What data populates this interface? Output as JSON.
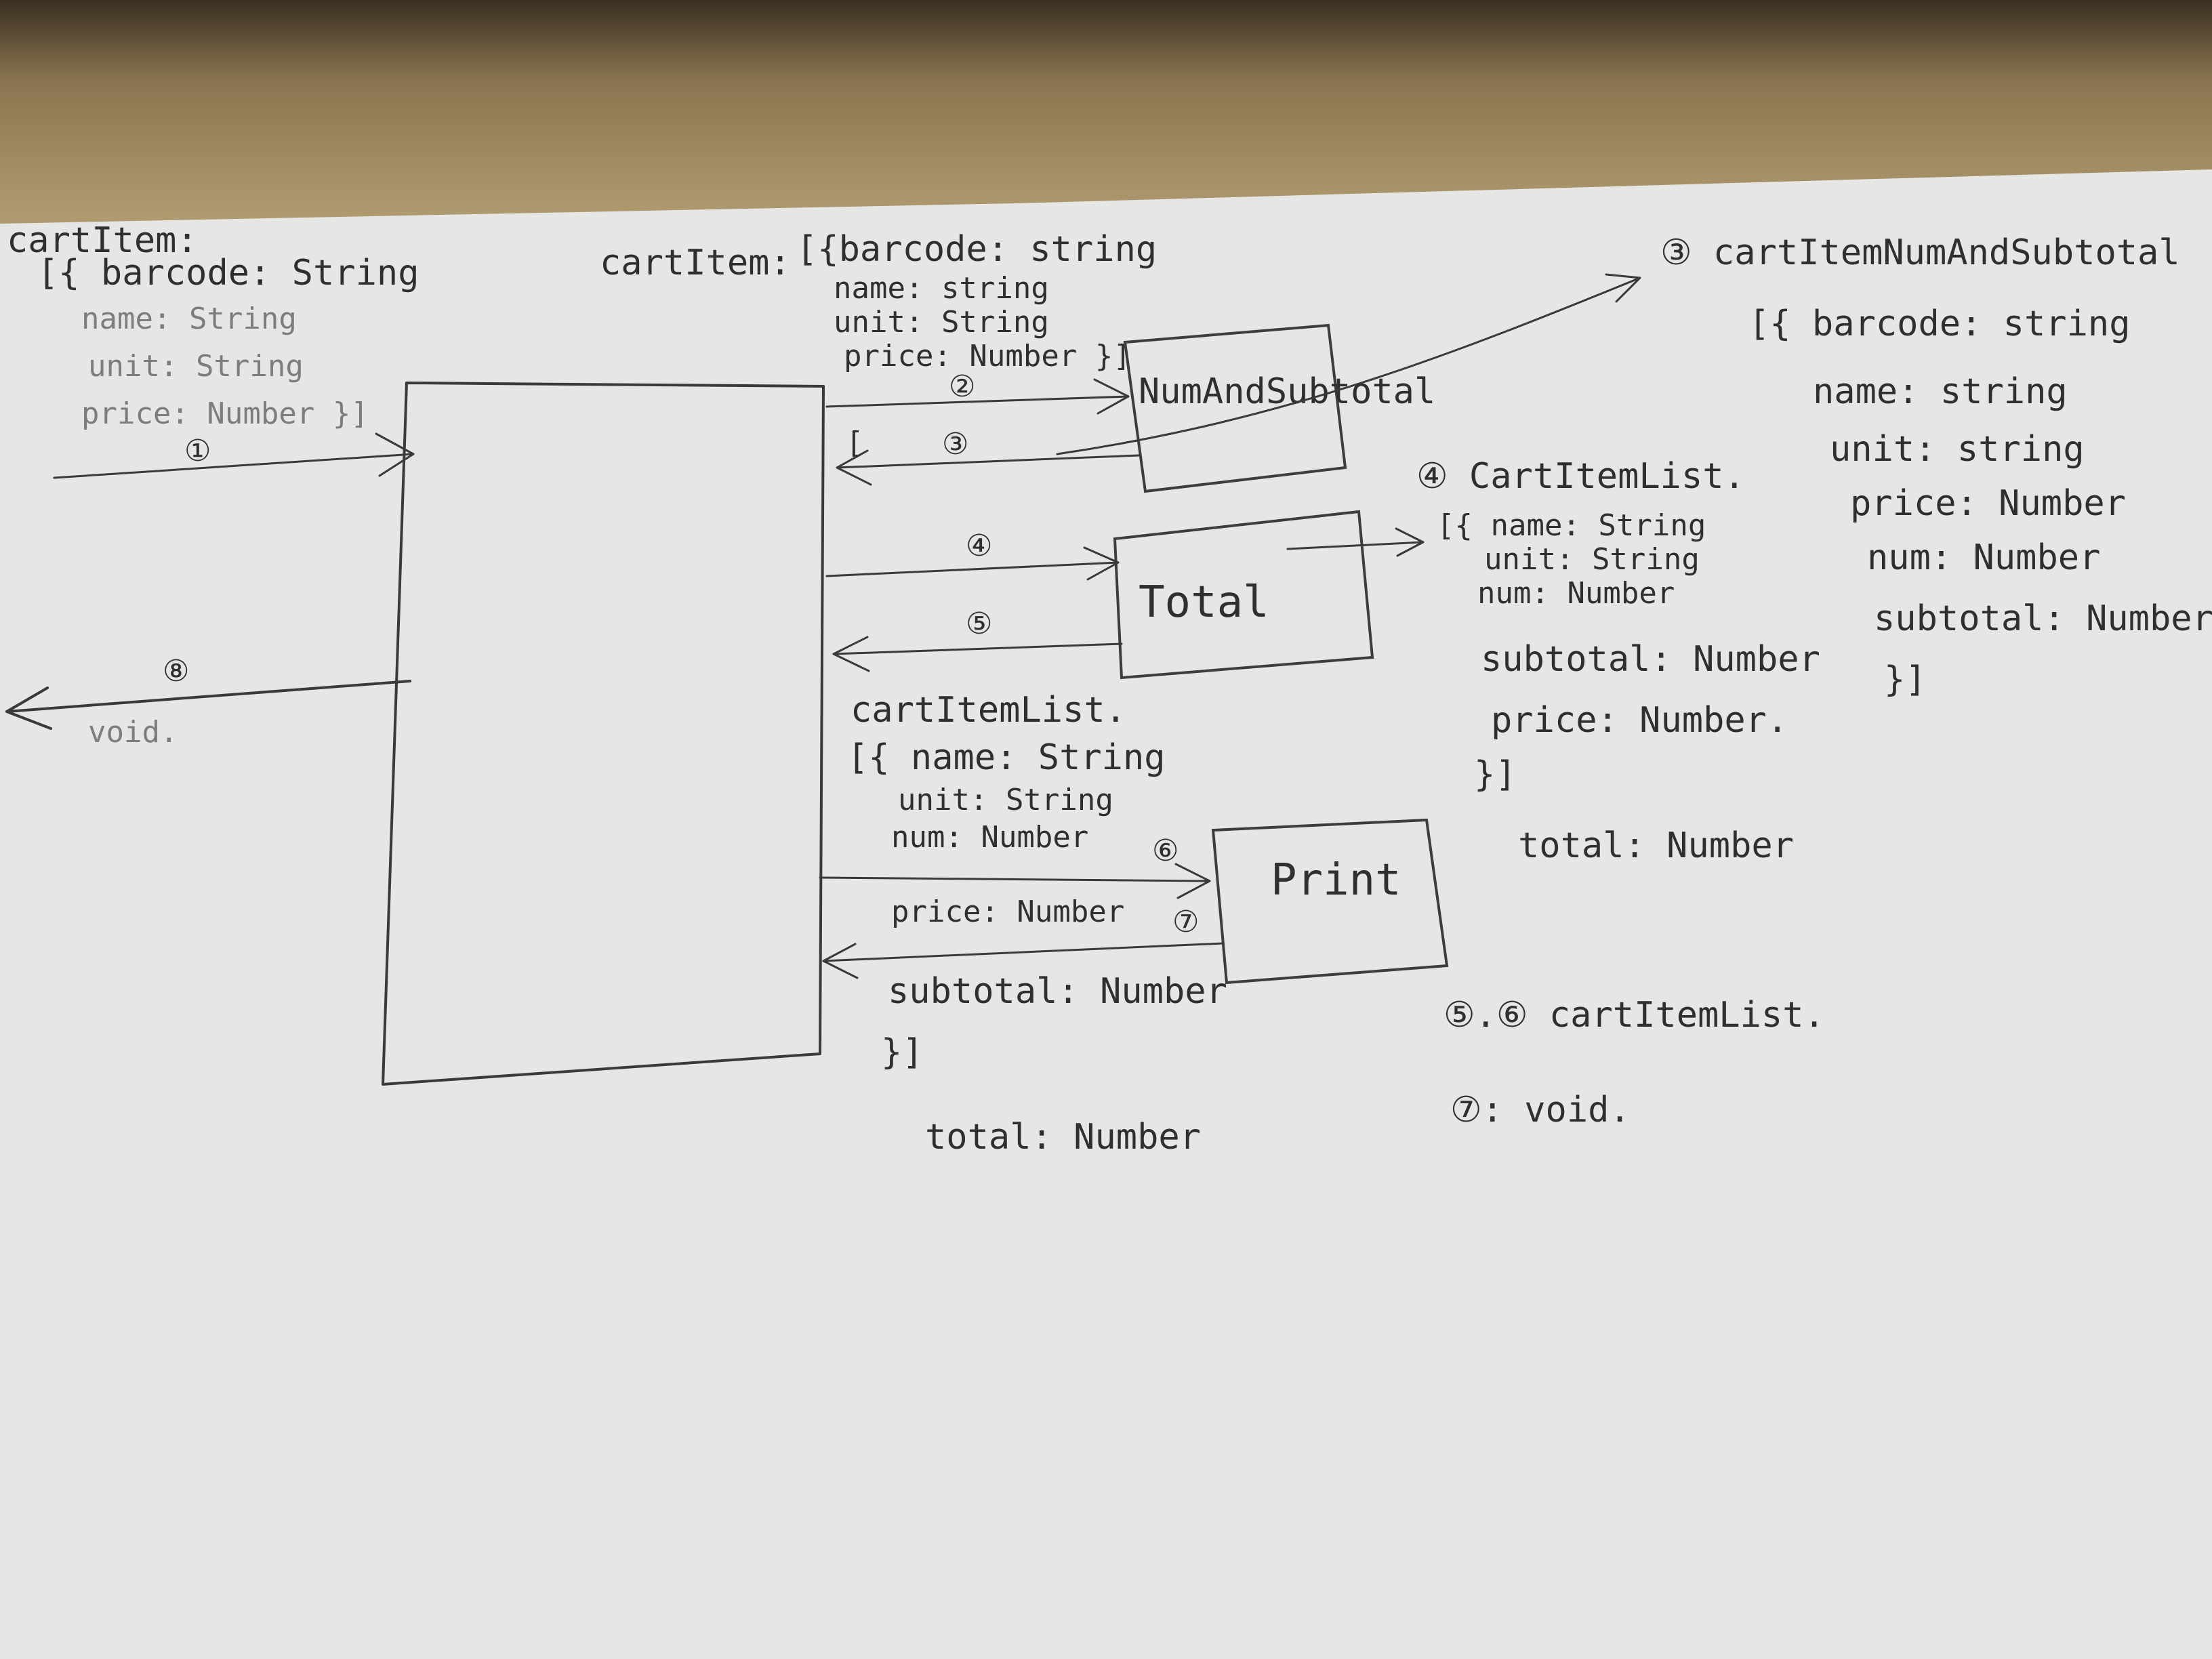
{
  "left_input": {
    "title": "cartItem:",
    "fields": [
      "[{ barcode: String",
      "name: String",
      "unit: String",
      "price: Number }]"
    ],
    "step": "①"
  },
  "left_output": {
    "step": "⑧",
    "label": "void."
  },
  "top_input": {
    "title": "cartItem:",
    "fields": [
      "[{barcode: string",
      "name: string",
      "unit: String",
      "price: Number }]"
    ]
  },
  "boxes": {
    "num_and_subtotal": "NumAndSubtotal",
    "total": "Total",
    "print": "Print"
  },
  "arrows": {
    "a2": "②",
    "a3": "③",
    "a3_open": "[",
    "a4": "④",
    "a5": "⑤",
    "a6": "⑥",
    "a7": "⑦"
  },
  "middle_list": {
    "title": "cartItemList.",
    "fields": [
      "[{ name: String",
      "unit: String",
      "num: Number",
      "price: Number",
      "subtotal: Number",
      "}]"
    ],
    "total": "total: Number"
  },
  "right_list_3": {
    "title": "③ cartItemNumAndSubtotal",
    "fields": [
      "[{ barcode: string",
      "name: string",
      "unit: string",
      "price: Number",
      "num: Number",
      "subtotal: Number",
      "}]"
    ]
  },
  "right_list_4": {
    "title": "④ CartItemList.",
    "fields": [
      "[{ name: String",
      "unit: String",
      "num: Number",
      "subtotal: Number",
      "price: Number.",
      "}]"
    ],
    "total": "total: Number"
  },
  "notes": {
    "n56": "⑤.⑥ cartItemList.",
    "n7": "⑦: void."
  },
  "colors": {
    "paper": "#eaeae8",
    "ink": "#3a3a3c",
    "wood": "#a48e66"
  }
}
